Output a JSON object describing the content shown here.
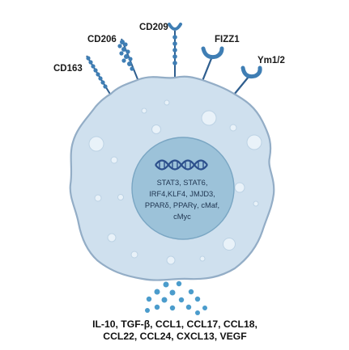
{
  "receptors": {
    "cd163": "CD163",
    "cd206": "CD206",
    "cd209": "CD209",
    "fizz1": "FIZZ1",
    "ym12": "Ym1/2"
  },
  "nucleus": {
    "factors": [
      "STAT3, STAT6,",
      "IRF4,KLF4, JMJD3,",
      "PPARδ, PPARγ, cMaf,",
      "cMyc"
    ]
  },
  "secreted": {
    "lines": [
      "IL-10, TGF-β, CCL1, CCL17, CCL18,",
      "CCL22, CCL24, CXCL13, VEGF"
    ]
  },
  "colors": {
    "cell_fill": "#cfe0ee",
    "cell_stroke": "#93adc6",
    "nucleus_fill": "#9cc2d9",
    "receptor": "#3f7eb4",
    "dna": "#2c4f8c",
    "dots": "#4b9ccc"
  }
}
